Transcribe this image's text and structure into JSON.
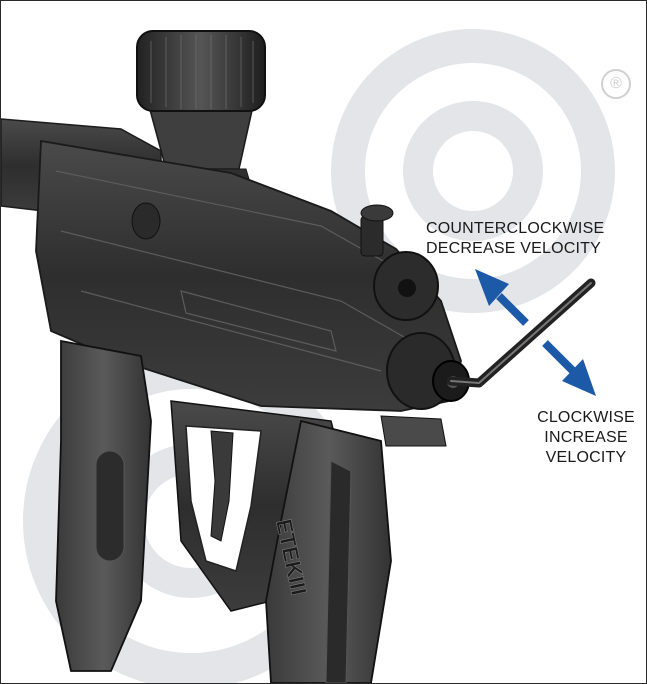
{
  "labels": {
    "counterclockwise_line1": "COUNTERCLOCKWISE",
    "counterclockwise_line2": "DECREASE VELOCITY",
    "clockwise_line1": "CLOCKWISE",
    "clockwise_line2": "INCREASE",
    "clockwise_line3": "VELOCITY"
  },
  "registered_mark": "®",
  "colors": {
    "arrow": "#1c5aa8",
    "marker_body": "#3a3a3a",
    "watermark": "#e3e5e8",
    "label_text": "#1a1a1a"
  }
}
